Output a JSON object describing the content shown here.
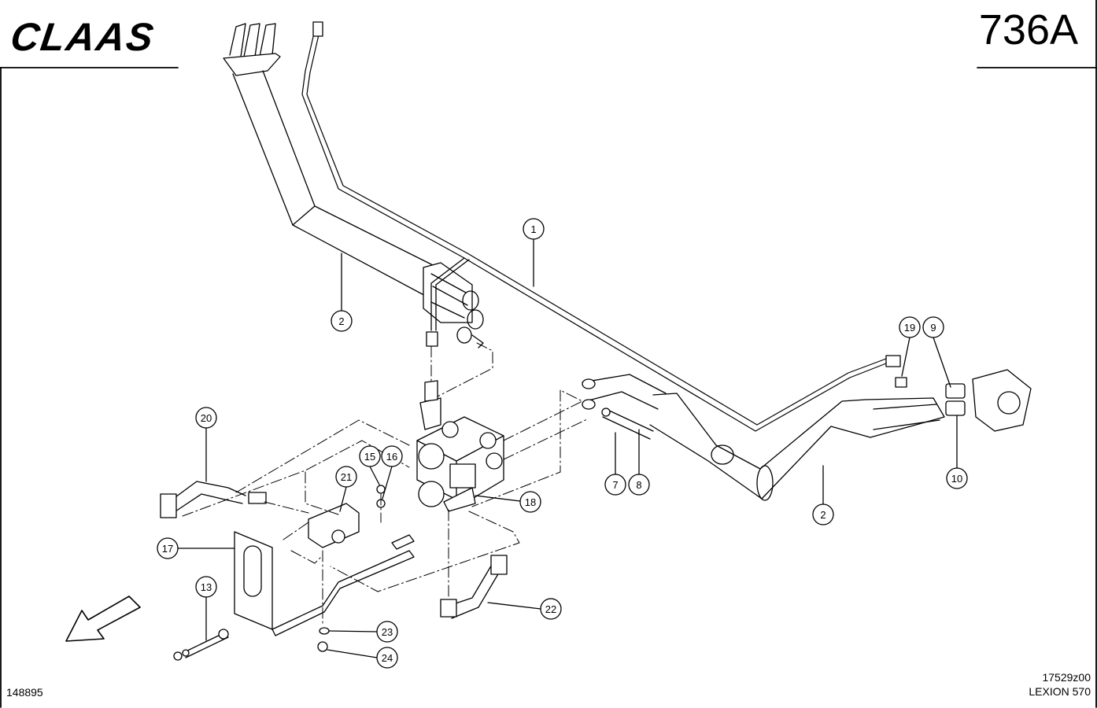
{
  "header": {
    "brand": "CLAAS",
    "sheet_number": "736A"
  },
  "footer": {
    "catalog_number": "148895",
    "drawing_number": "17529z00",
    "model": "LEXION 570"
  },
  "callouts": [
    {
      "id": "c1",
      "label": "1"
    },
    {
      "id": "c2a",
      "label": "2"
    },
    {
      "id": "c2b",
      "label": "2"
    },
    {
      "id": "c7",
      "label": "7"
    },
    {
      "id": "c8",
      "label": "8"
    },
    {
      "id": "c9",
      "label": "9"
    },
    {
      "id": "c10",
      "label": "10"
    },
    {
      "id": "c13",
      "label": "13"
    },
    {
      "id": "c15",
      "label": "15"
    },
    {
      "id": "c16",
      "label": "16"
    },
    {
      "id": "c17",
      "label": "17"
    },
    {
      "id": "c18",
      "label": "18"
    },
    {
      "id": "c19",
      "label": "19"
    },
    {
      "id": "c20",
      "label": "20"
    },
    {
      "id": "c21",
      "label": "21"
    },
    {
      "id": "c22",
      "label": "22"
    },
    {
      "id": "c23",
      "label": "23"
    },
    {
      "id": "c24",
      "label": "24"
    }
  ]
}
